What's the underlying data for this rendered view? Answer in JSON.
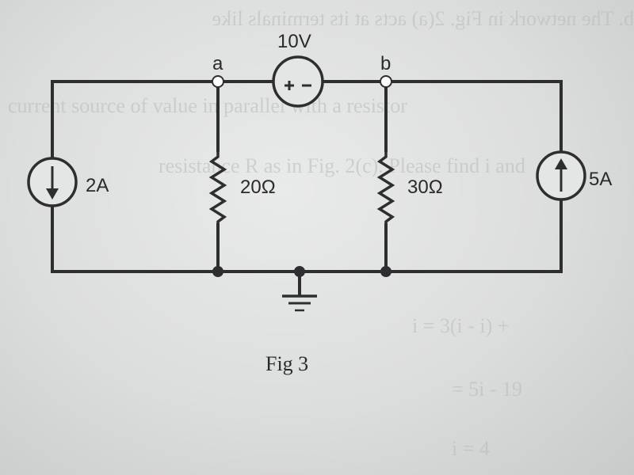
{
  "background_text": {
    "line1": "b. The network in Fig. 2(a) acts at its terminals like",
    "line2": "current source of value in parallel with a resistor",
    "line3": "resistance R as in Fig. 2(c). Please find i and",
    "hand1": "i = 3(i - i) +",
    "hand2": "= 5i - 19",
    "hand3": "i = 4"
  },
  "nodes": {
    "a": "a",
    "b": "b"
  },
  "components": {
    "voltage_source": {
      "label": "10V",
      "polarity": "+ -"
    },
    "current_source_left": {
      "label": "2A",
      "direction": "down"
    },
    "current_source_right": {
      "label": "5A",
      "direction": "up"
    },
    "resistor_left": {
      "label": "20Ω"
    },
    "resistor_right": {
      "label": "30Ω"
    }
  },
  "caption": "Fig 3"
}
